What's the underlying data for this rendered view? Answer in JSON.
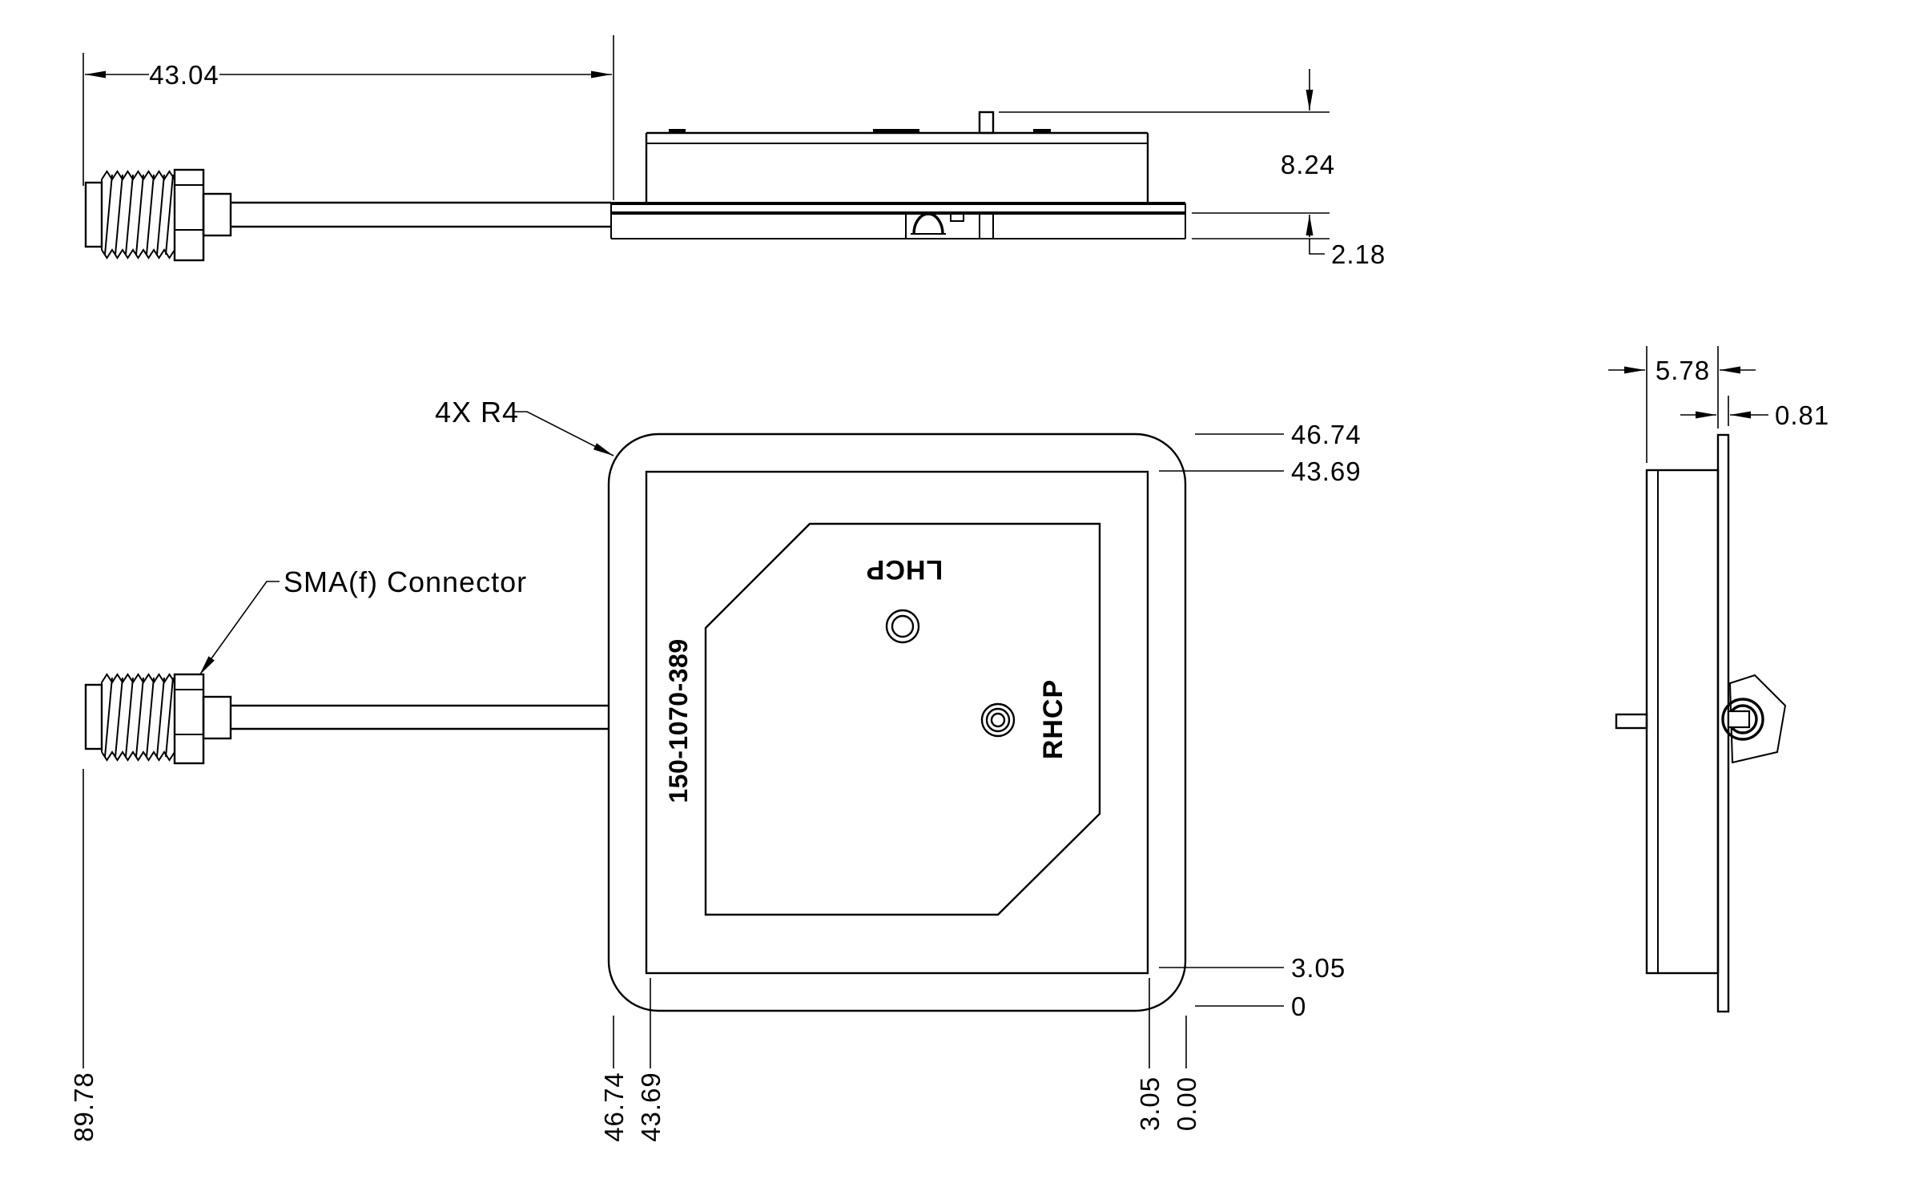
{
  "title": "GPS antenna technical drawing",
  "colors": {
    "line": "#000000",
    "background": "#ffffff"
  },
  "side_elevation_view": {
    "length_dim": "43.04",
    "height_dim": "8.24",
    "thickness_dim": "2.18"
  },
  "front_view": {
    "corner_radius_note": "4X R4",
    "connector_label": "SMA(f) Connector",
    "part_number": "150-1070-389",
    "lhcp_label": "LHCP",
    "rhcp_label": "RHCP",
    "right_ordinates": [
      "46.74",
      "43.69",
      "3.05",
      "0"
    ],
    "bottom_ordinates": [
      "89.78",
      "46.74",
      "43.69",
      "3.05",
      "0.00"
    ]
  },
  "right_side_view": {
    "depth_dim": "5.78",
    "pcb_thickness_dim": "0.81"
  }
}
